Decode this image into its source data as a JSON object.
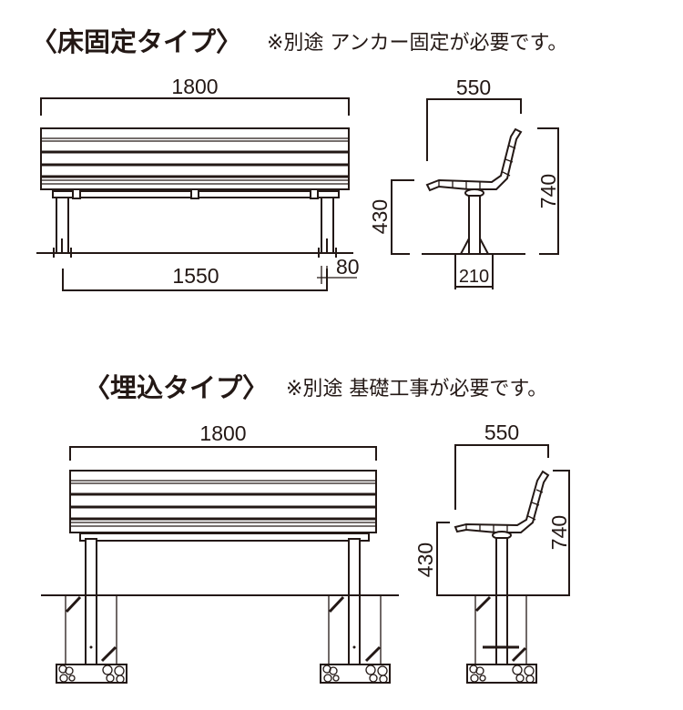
{
  "floor_type": {
    "title": "〈床固定タイプ〉",
    "note": "※別途 アンカー固定が必要です。",
    "front_view": {
      "width": "1800",
      "leg_span": "1550",
      "leg_base": "80"
    },
    "side_view": {
      "depth": "550",
      "height": "740",
      "seat_height": "430",
      "base_width": "210"
    }
  },
  "buried_type": {
    "title": "〈埋込タイプ〉",
    "note": "※別途  基礎工事が必要です。",
    "front_view": {
      "width": "1800"
    },
    "side_view": {
      "depth": "550",
      "height": "740",
      "seat_height": "430"
    }
  },
  "colors": {
    "line": "#231815"
  }
}
